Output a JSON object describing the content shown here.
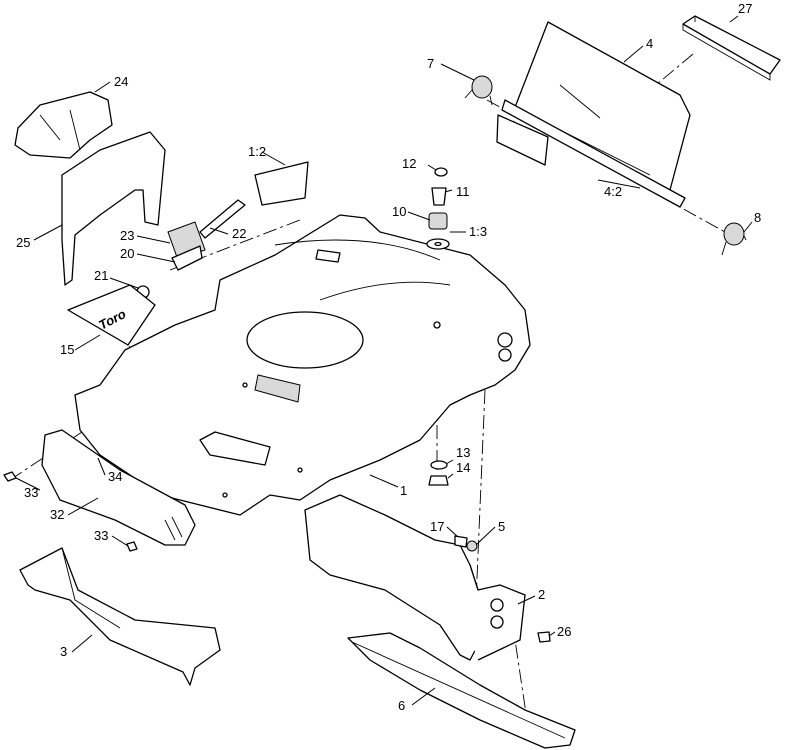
{
  "callouts": {
    "c1": "1",
    "c1_2": "1:2",
    "c1_3": "1:3",
    "c2": "2",
    "c3": "3",
    "c4": "4",
    "c4_2": "4:2",
    "c5": "5",
    "c6": "6",
    "c7": "7",
    "c8": "8",
    "c10": "10",
    "c11": "11",
    "c12": "12",
    "c13": "13",
    "c14": "14",
    "c15": "15",
    "c17": "17",
    "c20": "20",
    "c21": "21",
    "c22": "22",
    "c23": "23",
    "c24": "24",
    "c25": "25",
    "c26": "26",
    "c27": "27",
    "c32": "32",
    "c33a": "33",
    "c33b": "33",
    "c34": "34"
  },
  "decal_text": "Toro",
  "colors": {
    "line": "#000000",
    "fill": "#ffffff",
    "shade": "#d9d9d9"
  }
}
